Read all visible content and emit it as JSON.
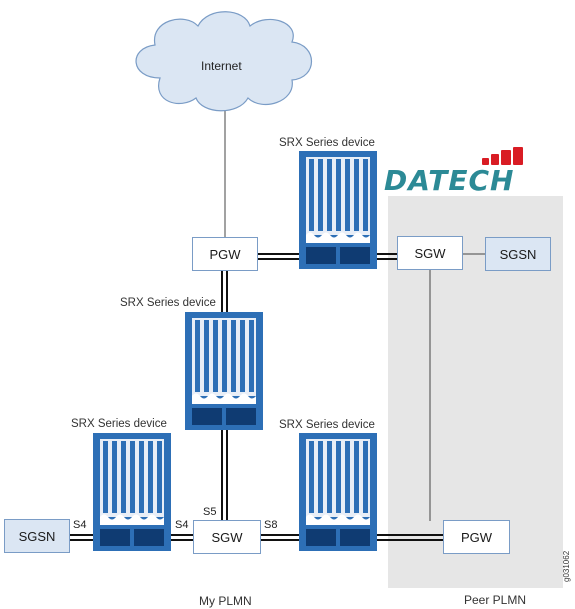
{
  "cloud": {
    "label": "Internet"
  },
  "logo": {
    "text": "DATECH"
  },
  "devices": {
    "top": "SRX Series device",
    "middle": "SRX Series device",
    "bottom_left": "SRX Series device",
    "bottom_right": "SRX Series device"
  },
  "nodes": {
    "pgw_my": "PGW",
    "sgw_peer": "SGW",
    "sgsn_peer": "SGSN",
    "sgsn_my": "SGSN",
    "sgw_my": "SGW",
    "pgw_peer": "PGW"
  },
  "interfaces": {
    "s4_left": "S4",
    "s4_right": "S4",
    "s5": "S5",
    "s8": "S8"
  },
  "regions": {
    "my_plmn": "My PLMN",
    "peer_plmn": "Peer PLMN"
  },
  "figure_id": "g031062",
  "colors": {
    "peer_region": "#e6e6e6",
    "device_blue": "#2d6fb6",
    "device_dark": "#0f3b72",
    "logo_teal": "#2c8a96",
    "logo_red": "#d91c24",
    "box_border": "#7a9cc6",
    "sgsn_fill": "#dbe6f3"
  }
}
